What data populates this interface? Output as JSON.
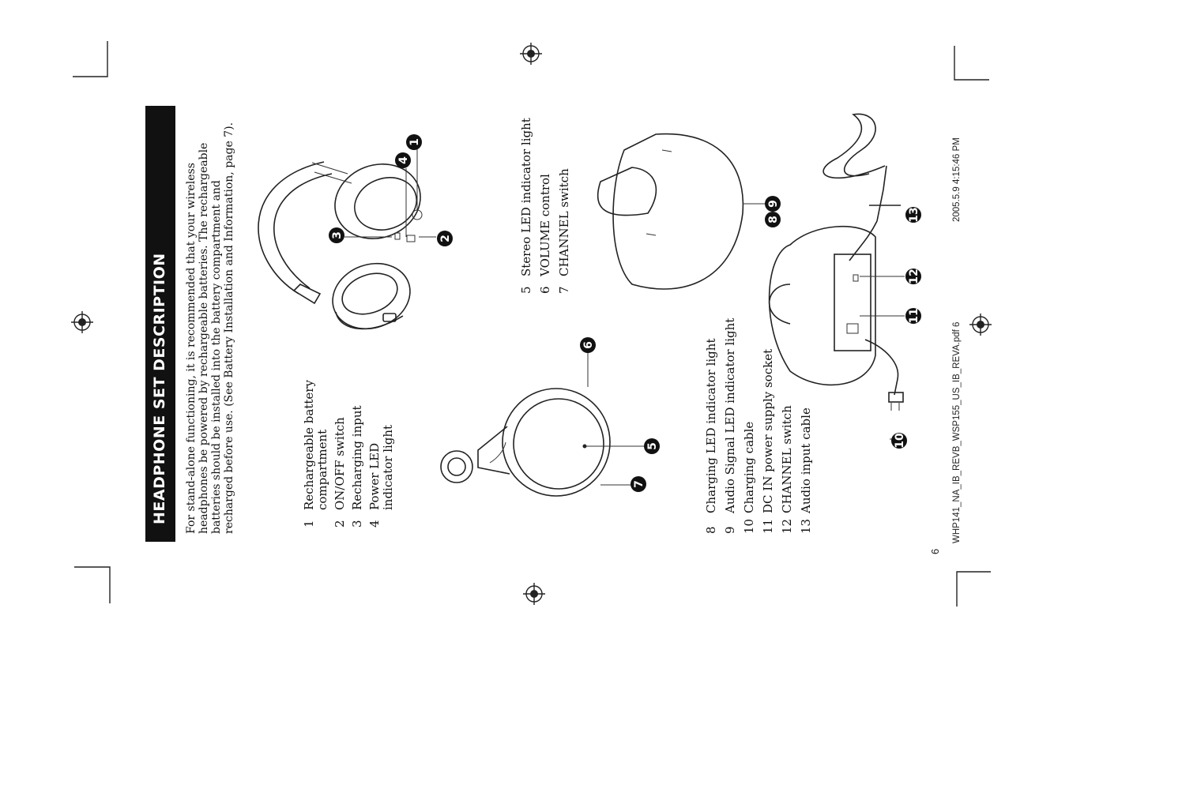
{
  "title": "HEADPHONE SET DESCRIPTION",
  "intro_lines": [
    "For stand-alone functioning, it is recommended that your wireless",
    "headphones be powered by rechargeable batteries. The rechargeable",
    "batteries should be installed into the battery compartment and",
    "recharged before use. (See Battery Installation and Information, page 7)."
  ],
  "list_a": [
    {
      "num": "1",
      "lines": [
        "Rechargeable battery",
        "compartment"
      ]
    },
    {
      "num": "2",
      "lines": [
        "ON/OFF switch"
      ]
    },
    {
      "num": "3",
      "lines": [
        "Recharging input"
      ]
    },
    {
      "num": "4",
      "lines": [
        "Power LED",
        "indicator light"
      ]
    }
  ],
  "list_b": [
    {
      "num": "5",
      "text": "Stereo LED indicator light"
    },
    {
      "num": "6",
      "text": "VOLUME control"
    },
    {
      "num": "7",
      "text": "CHANNEL switch"
    }
  ],
  "list_c": [
    {
      "num": "8",
      "text": "Charging LED indicator light"
    },
    {
      "num": "9",
      "text": "Audio Signal LED indicator light"
    },
    {
      "num": "10",
      "text": "Charging cable"
    },
    {
      "num": "11",
      "text": "DC IN power supply socket"
    },
    {
      "num": "12",
      "text": "CHANNEL switch"
    },
    {
      "num": "13",
      "text": "Audio input cable"
    }
  ],
  "callouts": [
    "1",
    "2",
    "3",
    "4",
    "5",
    "6",
    "7",
    "8",
    "9",
    "10",
    "11",
    "12",
    "13"
  ],
  "page_number": "6",
  "footer_file": "WHP141_NA_IB_REVB_WSP155_US_IB_REVA.pdf 6",
  "footer_timestamp": "2005.5.9 4:15:46 PM",
  "icons": [
    "registration-mark-icon",
    "crop-mark-icon"
  ]
}
